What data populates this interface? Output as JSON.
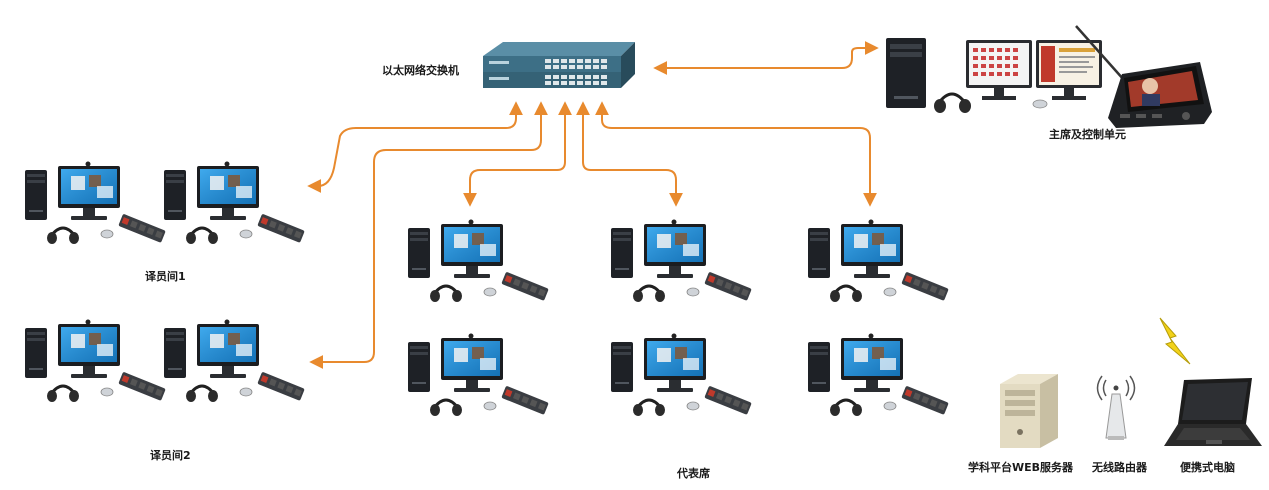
{
  "colors": {
    "background": "#ffffff",
    "link": "#e88a2e",
    "screen": "#1d8fd8",
    "tower": "#1e2126",
    "switch": "#3d6f86"
  },
  "labels": {
    "switch": "以太网络交换机",
    "chairman": "主席及控制单元",
    "booth1": "译员间1",
    "booth2": "译员间2",
    "delegates": "代表席",
    "web_server": "学科平台WEB服务器",
    "router": "无线路由器",
    "laptop": "便携式电脑"
  },
  "icons": {
    "switch": "network-switch-icon",
    "workstation": "desktop-workstation-icon",
    "server": "server-tower-icon",
    "router": "wireless-router-icon",
    "laptop": "laptop-icon",
    "wireless": "lightning-bolt-icon"
  }
}
